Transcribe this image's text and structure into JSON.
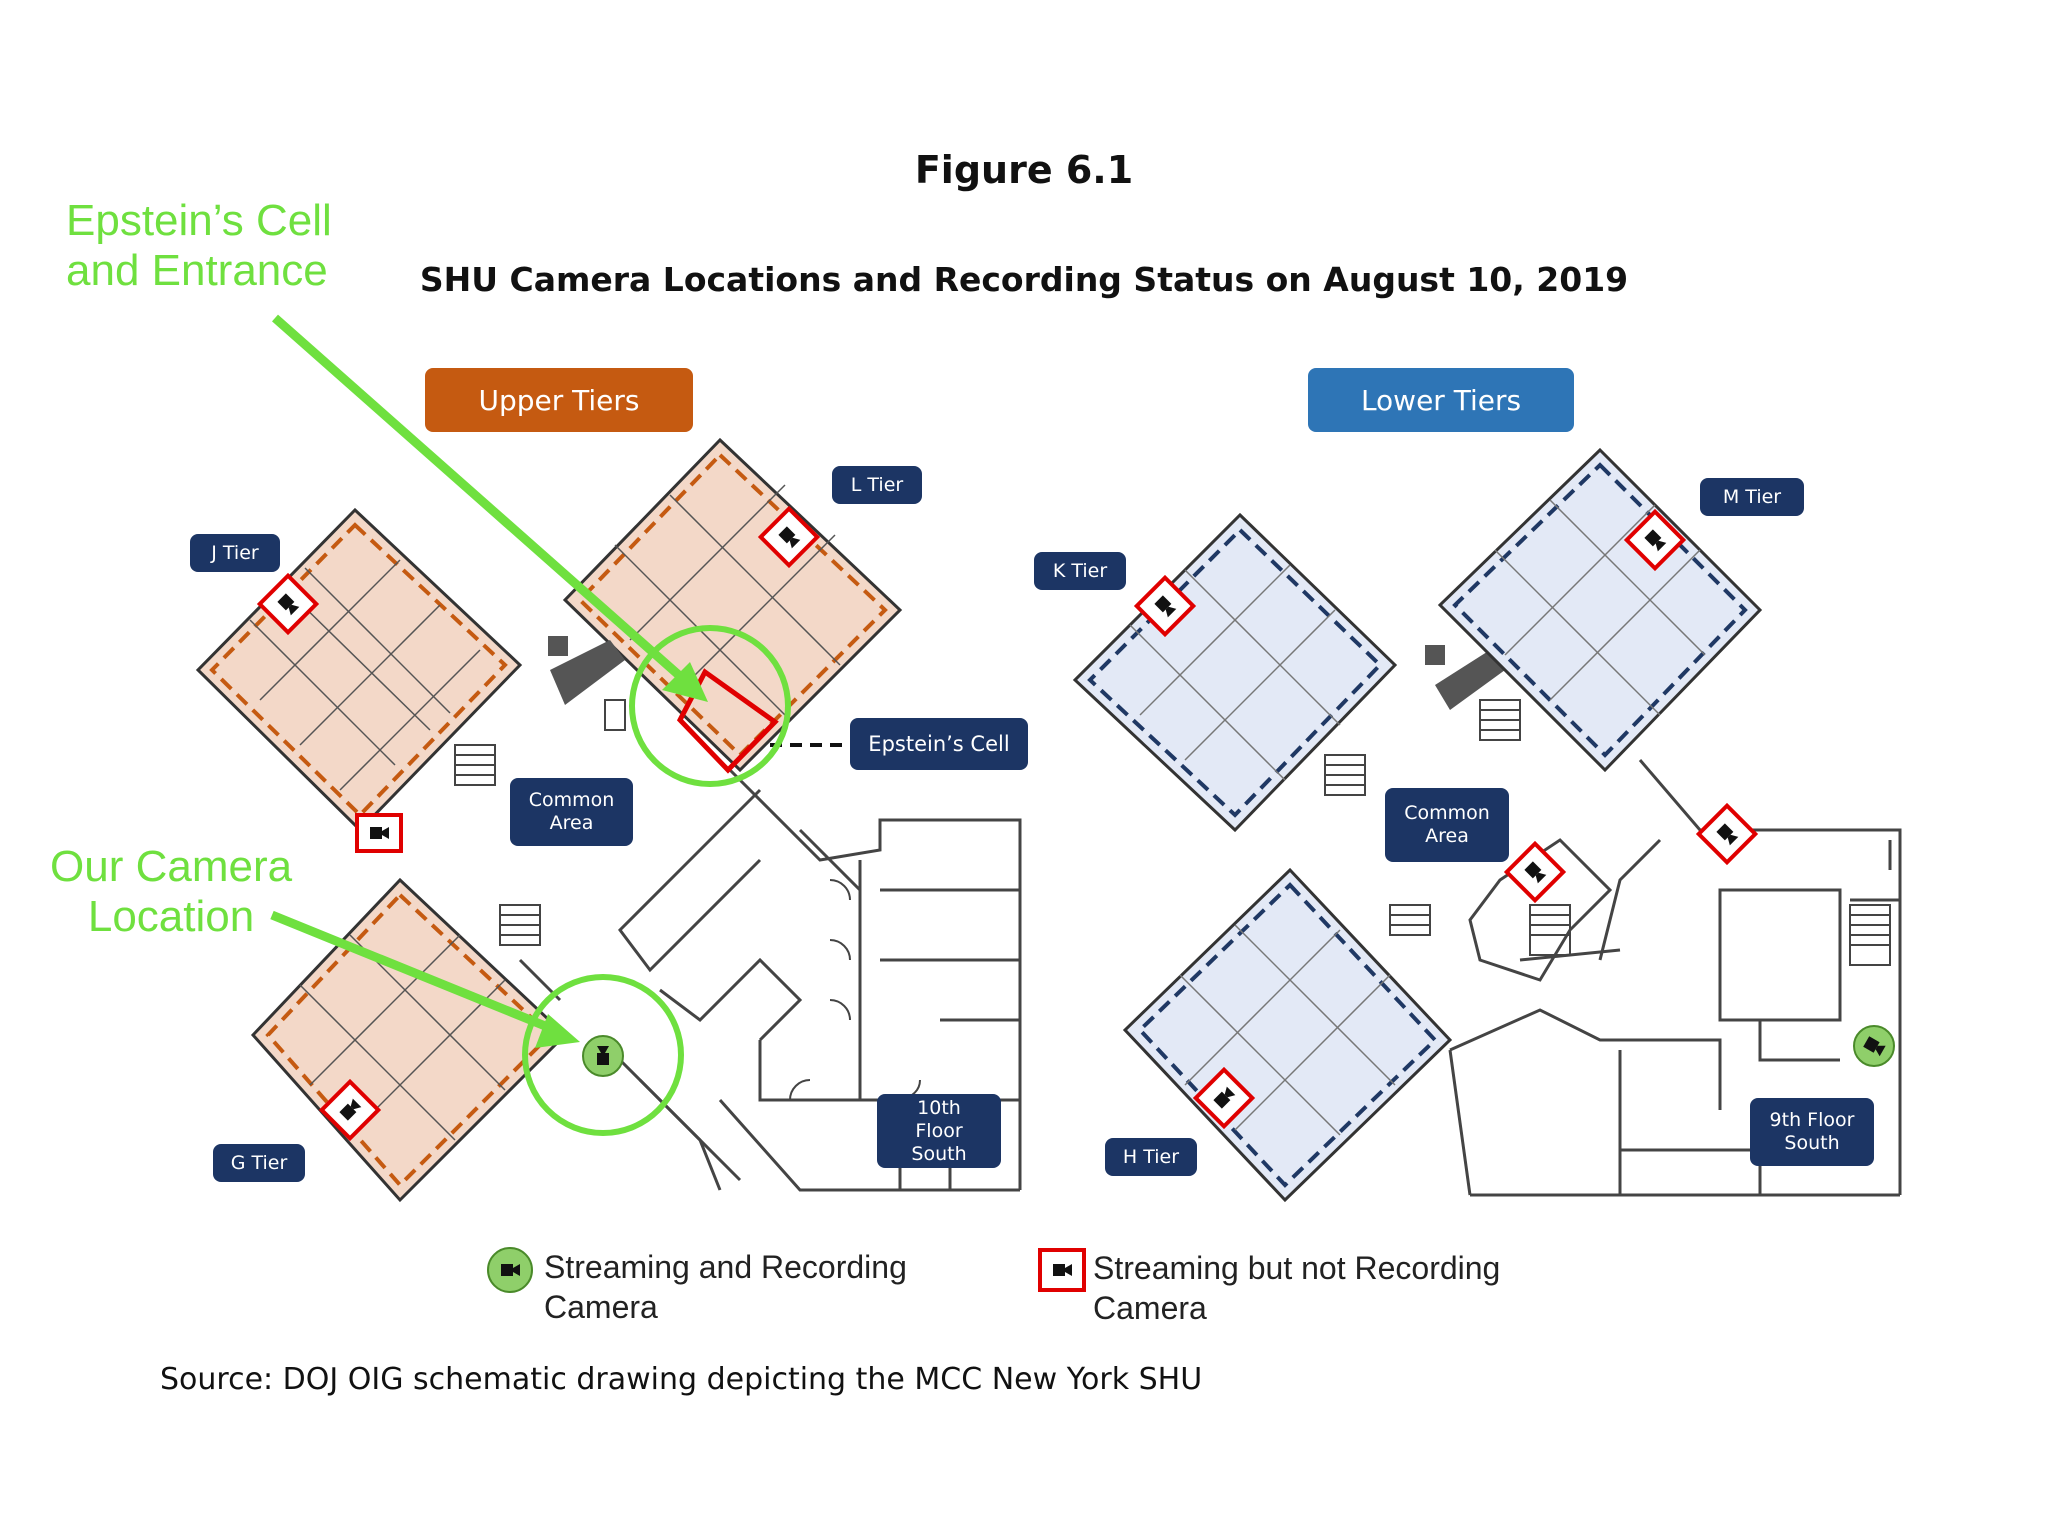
{
  "figure": {
    "title": "Figure 6.1",
    "subtitle": "SHU Camera Locations and Recording Status on August 10, 2019"
  },
  "annotations": {
    "cell_entrance": [
      "Epstein’s Cell",
      "and Entrance"
    ],
    "camera_location": [
      "Our Camera",
      "Location"
    ],
    "color": "#6fe03f"
  },
  "sections": {
    "upper": {
      "label": "Upper Tiers",
      "color": "#c55a11"
    },
    "lower": {
      "label": "Lower Tiers",
      "color": "#2e75b6"
    }
  },
  "labels": {
    "j_tier": "J Tier",
    "l_tier": "L Tier",
    "g_tier": "G Tier",
    "k_tier": "K Tier",
    "m_tier": "M Tier",
    "h_tier": "H Tier",
    "epsteins_cell": "Epstein’s Cell",
    "common_area_upper": [
      "Common",
      "Area"
    ],
    "common_area_lower": [
      "Common",
      "Area"
    ],
    "tenth_floor_south": [
      "10th",
      "Floor",
      "South"
    ],
    "ninth_floor_south": [
      "9th Floor",
      "South"
    ]
  },
  "legend": {
    "recording": [
      "Streaming and Recording",
      "Camera"
    ],
    "not_recording": [
      "Streaming but not Recording",
      "Camera"
    ]
  },
  "colors": {
    "upper_fill": "#f3d8c8",
    "upper_border": "#c55a11",
    "lower_fill": "#e3e9f6",
    "lower_border": "#1f3864",
    "label_bg": "#1c3564",
    "recording_camera": "#8fcf6a",
    "not_recording_camera": "#e00000"
  },
  "source": "Source:  DOJ OIG schematic drawing depicting the MCC New York SHU"
}
